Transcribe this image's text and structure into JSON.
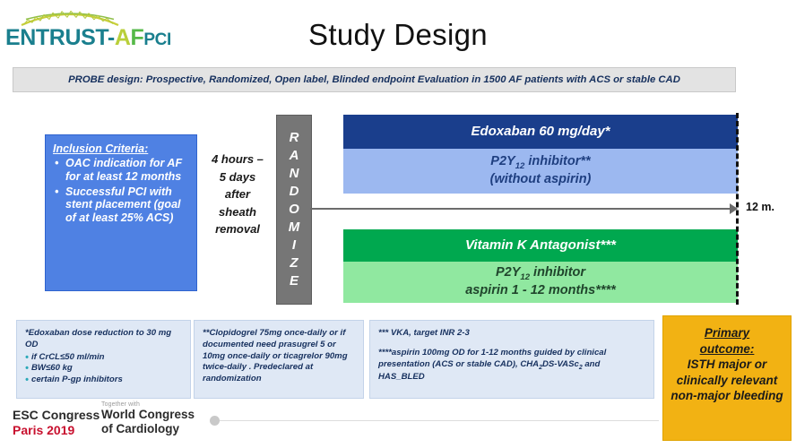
{
  "logo": {
    "part1": "ENTRUST-",
    "part2": "A",
    "part3": "F",
    "part4": "PCI"
  },
  "title": "Study Design",
  "probe_banner": "PROBE design: Prospective, Randomized, Open label, Blinded endpoint Evaluation in 1500 AF patients with ACS or stable CAD",
  "inclusion": {
    "heading": "Inclusion Criteria:",
    "items": [
      "OAC indication for AF for at least 12 months",
      "Successful PCI with stent placement (goal of at least 25% ACS)"
    ]
  },
  "timing": {
    "line1": "4 hours –",
    "line2": "5 days",
    "line3": "after",
    "line4": "sheath",
    "line5": "removal"
  },
  "randomize": {
    "label": "RANDOMIZE",
    "letters": [
      "R",
      "A",
      "N",
      "D",
      "O",
      "M",
      "I",
      "Z",
      "E"
    ]
  },
  "arms": {
    "edoxaban": "Edoxaban 60 mg/day*",
    "p2y12_without_aspirin_line1_pre": "P2Y",
    "p2y12_without_aspirin_line1_sub": "12",
    "p2y12_without_aspirin_line1_post": " inhibitor**",
    "p2y12_without_aspirin_line2": "(without aspirin)",
    "vka": "Vitamin K Antagonist***",
    "p2y12_aspirin_line1_pre": "P2Y",
    "p2y12_aspirin_line1_sub": "12",
    "p2y12_aspirin_line1_post": " inhibitor",
    "p2y12_aspirin_line2": "aspirin 1 - 12 months****"
  },
  "timeline": {
    "end_label": "12 m."
  },
  "footnotes": {
    "note1": {
      "text": "*Edoxaban dose reduction to 30 mg OD",
      "bullets": [
        "if CrCL≤50 ml/min",
        "BW≤60 kg",
        "certain P-gp inhibitors"
      ]
    },
    "note2": {
      "text": "**Clopidogrel 75mg once-daily or if documented need prasugrel 5 or 10mg once-daily or ticagrelor 90mg twice-daily . Predeclared at randomization"
    },
    "note3": {
      "line1": "*** VKA, target INR 2-3",
      "line2_pre": "****aspirin 100mg OD for 1-12 months guided by clinical presentation (ACS or stable CAD), CHA",
      "line2_sub1": "2",
      "line2_mid": "DS-VASc",
      "line2_sub2": "2",
      "line2_post": "  and HAS_BLED"
    }
  },
  "primary_outcome": {
    "heading_line1": "Primary",
    "heading_line2": "outcome:",
    "body": "ISTH major or clinically relevant non-major bleeding"
  },
  "esc_footer": {
    "congress_line1": "ESC Congress",
    "congress_line2": "Paris 2019",
    "together_with": "Together with",
    "world_line1": "World Congress",
    "world_line2": "of Cardiology"
  },
  "colors": {
    "navy": "#1a3e8c",
    "light_blue": "#9cb8f0",
    "green": "#00a84f",
    "light_green": "#90e8a0",
    "gray_bar": "#767676",
    "amber": "#f2b213",
    "incl_blue": "#4f81e3",
    "footnote_blue": "#dfe8f5",
    "esc_red": "#c8102e",
    "logo_teal": "#1a7f8e"
  }
}
